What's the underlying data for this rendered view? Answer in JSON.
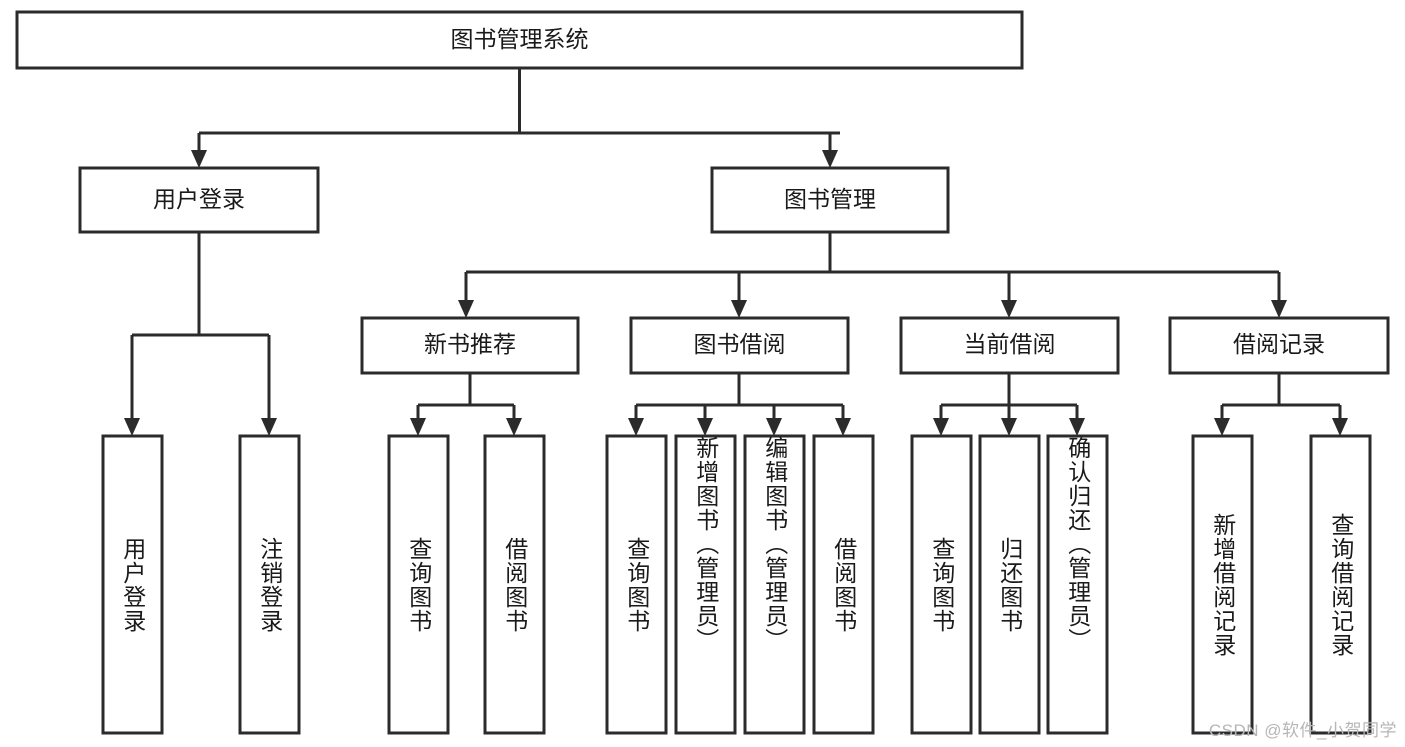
{
  "diagram": {
    "type": "tree",
    "title": "图书管理系统",
    "watermark": "CSDN @软件_小贺同学",
    "colors": {
      "box_stroke": "#2b2b2b",
      "box_fill": "#ffffff",
      "text": "#1a1a1a",
      "background": "#ffffff",
      "watermark": "#b6b6b6"
    },
    "levels": {
      "root": {
        "label": "图书管理系统"
      },
      "level2": [
        {
          "label": "用户登录"
        },
        {
          "label": "图书管理"
        }
      ],
      "level3": [
        {
          "label": "新书推荐"
        },
        {
          "label": "图书借阅"
        },
        {
          "label": "当前借阅"
        },
        {
          "label": "借阅记录"
        }
      ],
      "leaves": {
        "user_login": [
          {
            "label": "用户登录"
          },
          {
            "label": "注销登录"
          }
        ],
        "new_book_recommend": [
          {
            "label": "查询图书"
          },
          {
            "label": "借阅图书"
          }
        ],
        "book_borrow": [
          {
            "label": "查询图书"
          },
          {
            "label": "新增图书（管理员）"
          },
          {
            "label": "编辑图书（管理员）"
          },
          {
            "label": "借阅图书"
          }
        ],
        "current_borrow": [
          {
            "label": "查询图书"
          },
          {
            "label": "归还图书"
          },
          {
            "label": "确认归还（管理员）"
          }
        ],
        "borrow_record": [
          {
            "label": "新增借阅记录"
          },
          {
            "label": "查询借阅记录"
          }
        ]
      }
    }
  }
}
